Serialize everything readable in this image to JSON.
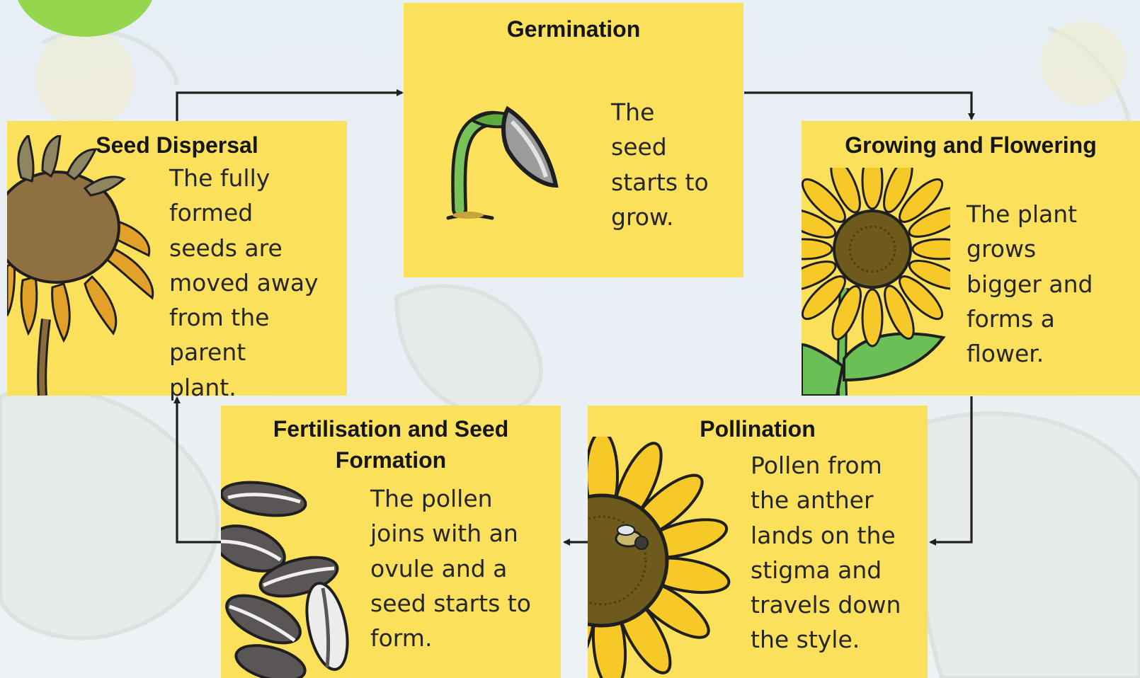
{
  "stages": {
    "germination": {
      "title": "Germination",
      "lines": [
        "The",
        "seed",
        "starts to",
        "grow."
      ]
    },
    "growing": {
      "title": "Growing and Flowering",
      "lines": [
        "The plant",
        "grows",
        "bigger and",
        "forms a",
        "flower."
      ]
    },
    "pollination": {
      "title": "Pollination",
      "lines": [
        "Pollen from",
        "the anther",
        "lands on the",
        "stigma and",
        "travels down",
        "the style."
      ]
    },
    "fertilisation": {
      "title_lines": [
        "Fertilisation and Seed",
        "Formation"
      ],
      "lines": [
        "The pollen",
        "joins with an",
        "ovule and a",
        "seed starts to",
        "form."
      ]
    },
    "dispersal": {
      "title": "Seed Dispersal",
      "lines": [
        "The fully",
        "formed",
        "seeds are",
        "moved away",
        "from the",
        "parent",
        "plant."
      ]
    }
  },
  "colors": {
    "card": "#fbe05c",
    "badge": "#94d74f",
    "arrow": "#1f1f1f"
  },
  "icons": [
    "sprout-icon",
    "sunflower-icon",
    "sunflower-bee-icon",
    "sunflower-seeds-icon",
    "wilted-sunflower-icon"
  ]
}
